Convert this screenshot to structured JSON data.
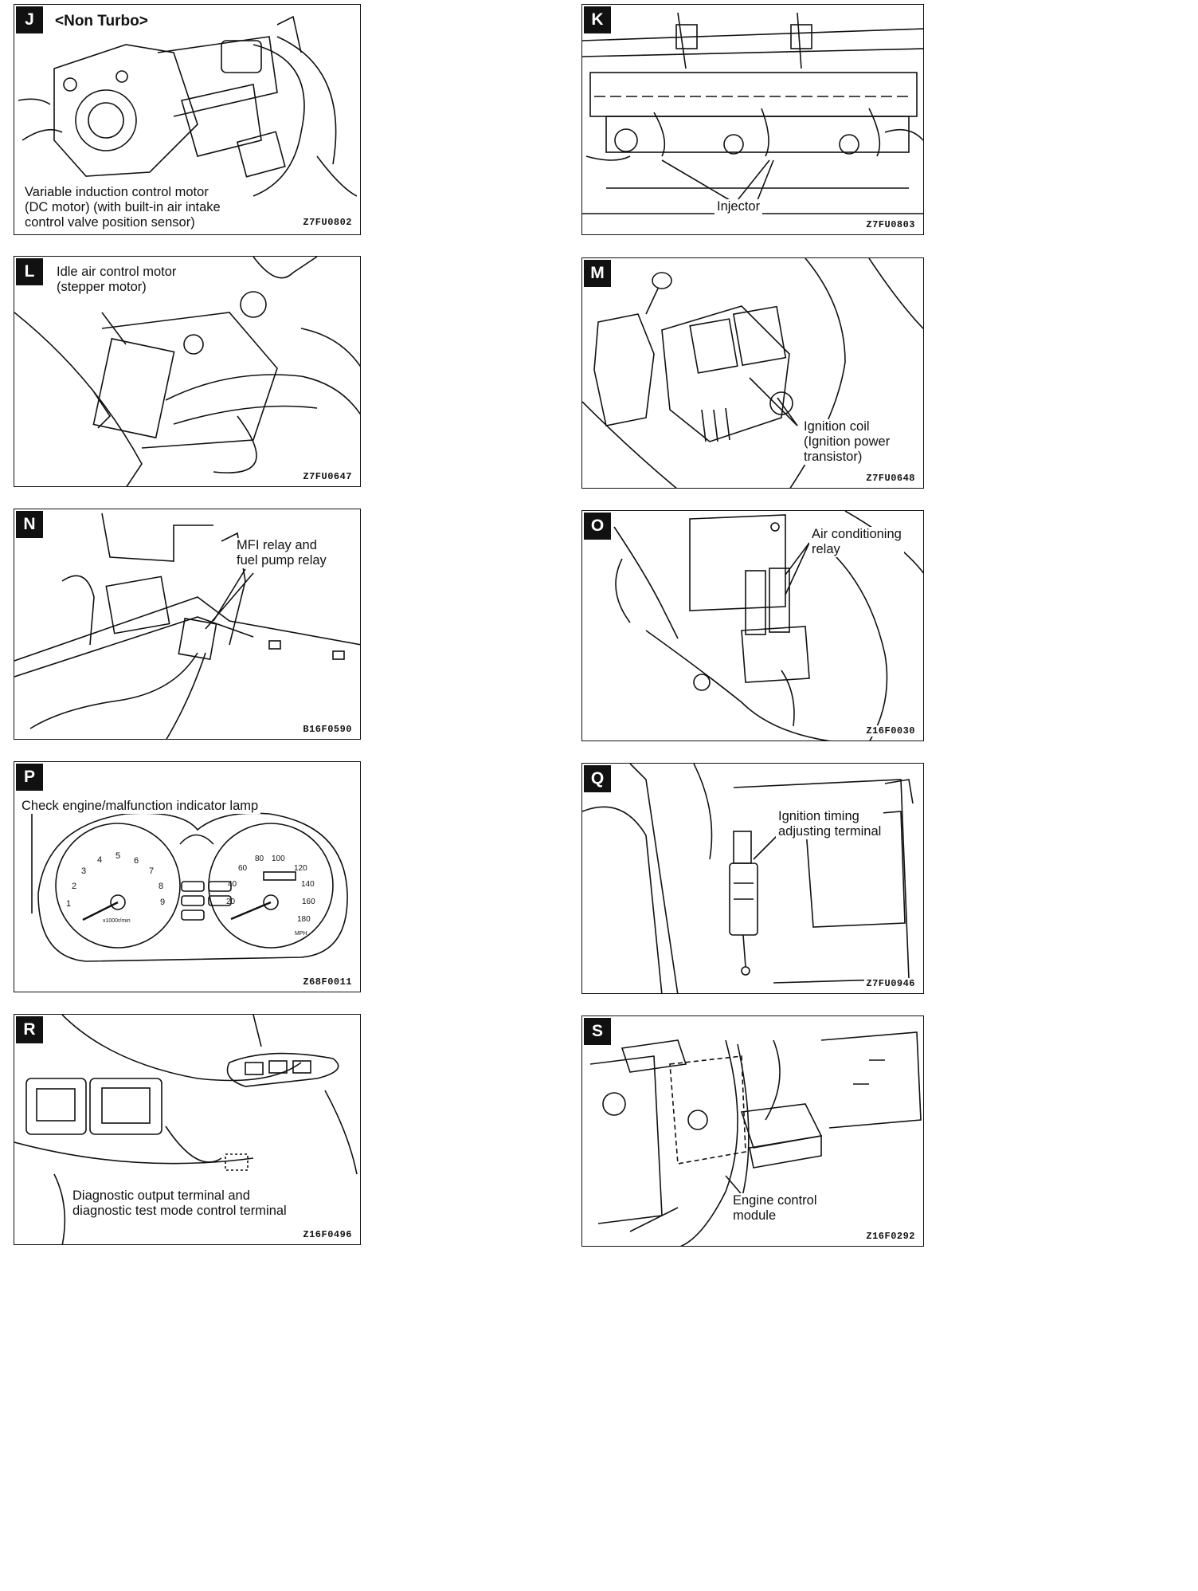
{
  "panels": {
    "J": {
      "tag": "J",
      "heading": "<Non Turbo>",
      "caption": "Variable induction control motor\n(DC motor) (with built-in air intake\ncontrol valve position sensor)",
      "code": "Z7FU0802"
    },
    "K": {
      "tag": "K",
      "caption": "Injector",
      "code": "Z7FU0803"
    },
    "L": {
      "tag": "L",
      "caption": "Idle air control motor\n(stepper motor)",
      "code": "Z7FU0647"
    },
    "M": {
      "tag": "M",
      "caption": "Ignition coil\n(Ignition power\ntransistor)",
      "code": "Z7FU0648"
    },
    "N": {
      "tag": "N",
      "caption": "MFI relay and\nfuel pump relay",
      "code": "B16F0590"
    },
    "O": {
      "tag": "O",
      "caption": "Air conditioning\nrelay",
      "code": "Z16F0030"
    },
    "P": {
      "tag": "P",
      "caption": "Check engine/malfunction indicator lamp",
      "code": "Z68F0011",
      "gauge": {
        "tach_ticks": [
          "1",
          "2",
          "3",
          "4",
          "5",
          "6",
          "7",
          "8",
          "9"
        ],
        "tach_unit": "x1000r/min",
        "speed_ticks": [
          "20",
          "40",
          "60",
          "80",
          "100",
          "120",
          "140",
          "160",
          "180"
        ],
        "speed_unit": "MPH"
      }
    },
    "Q": {
      "tag": "Q",
      "caption": "Ignition timing\nadjusting terminal",
      "code": "Z7FU0946"
    },
    "R": {
      "tag": "R",
      "caption": "Diagnostic output terminal and\ndiagnostic test mode control terminal",
      "code": "Z16F0496"
    },
    "S": {
      "tag": "S",
      "caption": "Engine control\nmodule",
      "code": "Z16F0292"
    }
  }
}
